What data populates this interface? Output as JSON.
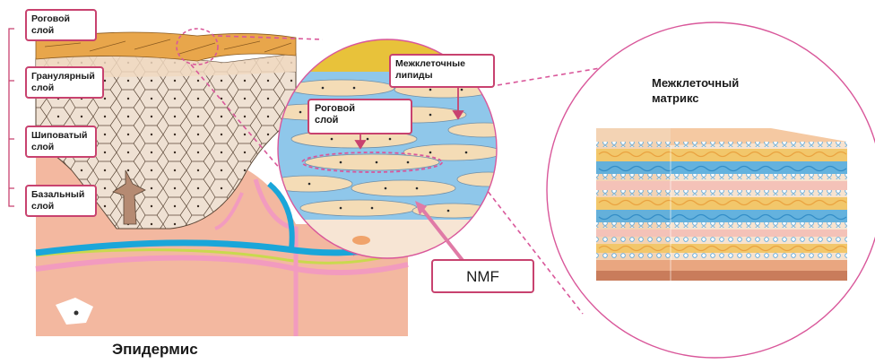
{
  "labels": {
    "stratum_corneum": "Роговой\nслой",
    "stratum_granulosum": "Гранулярный\nслой",
    "stratum_spinosum": "Шиповатый\nслой",
    "stratum_basale": "Базальный\nслой",
    "zoom_stratum_corneum": "Роговой\nслой",
    "intercellular_lipids": "Межклеточные\nлипиды",
    "nmf": "NMF"
  },
  "headings": {
    "intercellular_matrix": "Межклеточный\nматрикс",
    "epidermis": "Эпидермис"
  },
  "colors": {
    "accent": "#c8426f",
    "dashed_accent": "#d9579a",
    "corneum_orange": "#e8a64b",
    "cell_fill": "#efe1d3",
    "dermis": "#f3b8a0",
    "lipid_blue": "#8fc7ea",
    "vessel_blue": "#1aa6d9",
    "vessel_pink": "#f29bbf",
    "nerve_green": "#c9d94e"
  }
}
